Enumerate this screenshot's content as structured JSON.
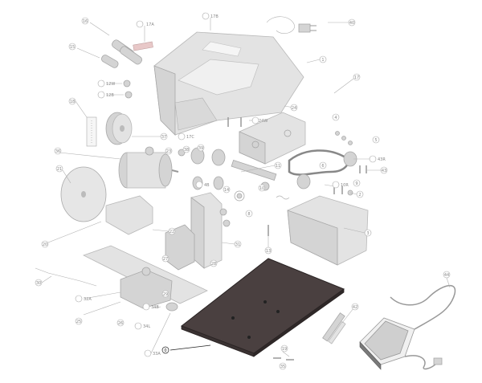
{
  "callouts": {
    "c16": "16",
    "c17a": "17A",
    "c17b": "17B",
    "c40": "40",
    "c15": "15",
    "c1": "1",
    "c12w": "12W",
    "c12b": "12B",
    "c17": "17",
    "c18": "18",
    "c24": "24",
    "c17c": "17C",
    "c37": "37",
    "c24w": "24W",
    "c4": "4",
    "c5": "5",
    "c43r": "43R",
    "c36": "36",
    "c43": "43",
    "c23": "23",
    "c38": "38",
    "c39": "39",
    "c11": "11",
    "c21": "21",
    "c6": "6",
    "c10": "10",
    "c4b": "4B",
    "c14": "14",
    "c10r": "10R",
    "c9": "9",
    "c2": "2",
    "c3": "3",
    "c22": "22",
    "c8": "8",
    "c31": "31",
    "c13": "13",
    "c20": "20",
    "c27": "27",
    "c28": "28",
    "c30": "30",
    "c25": "25",
    "c32a": "32A",
    "c34b": "34B",
    "c29": "29",
    "c26": "26",
    "c34l": "34L",
    "c33a": "33A",
    "c19": "19",
    "c44": "44",
    "c42": "42",
    "c35": "35",
    "c0": "0"
  }
}
